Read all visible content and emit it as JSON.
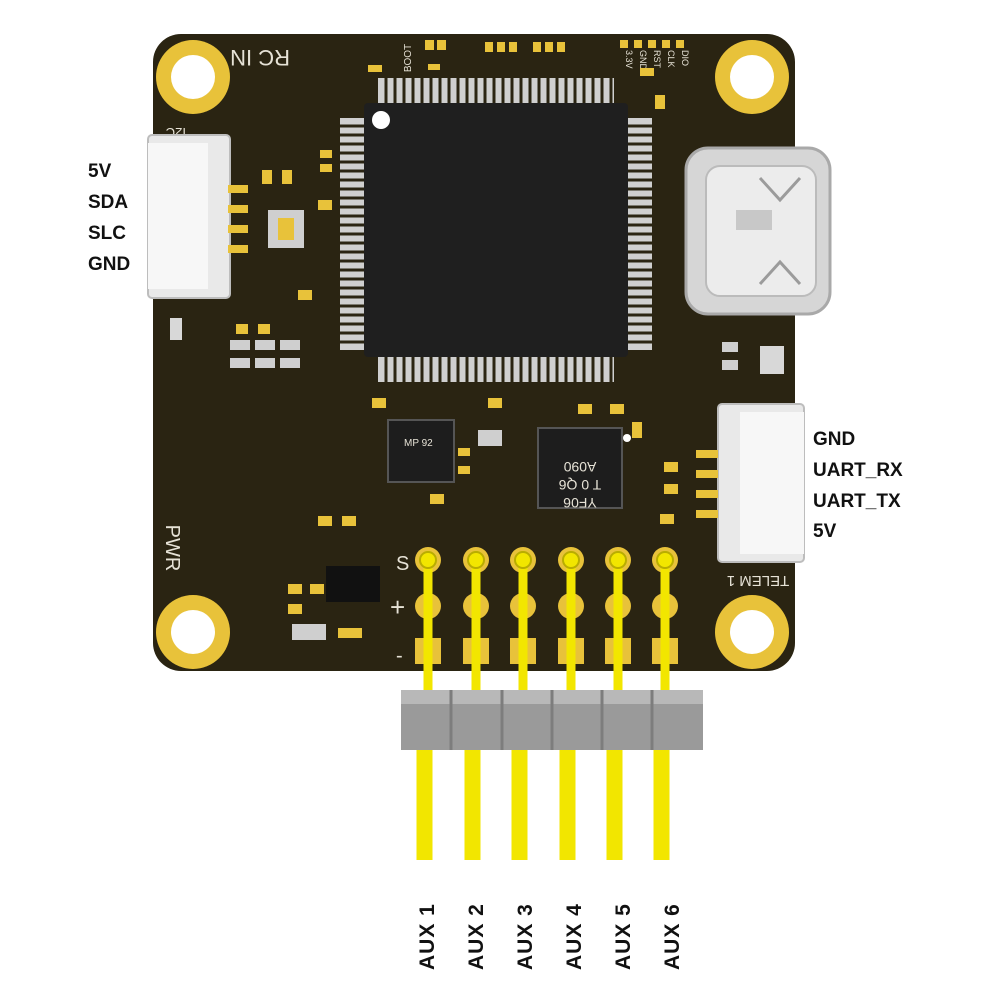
{
  "board": {
    "silkscreen": {
      "rc_in": "RC IN",
      "i2c": "I2C",
      "pwr": "PWR",
      "telem": "TELEM 1",
      "boot": "BOOT",
      "swd": [
        "3.3V",
        "GND",
        "RST",
        "CLK",
        "DIO"
      ],
      "servo_rows": [
        "S",
        "+",
        "-"
      ],
      "chip_mp": "MP 92",
      "chip_line1": "A090",
      "chip_line2": "T 0 Q6",
      "chip_line3": "YF06"
    },
    "colors": {
      "pcb": "#2a2412",
      "gold": "#e8c23a",
      "pin_yellow": "#f2e600",
      "header": "#9a9a9a",
      "connector": "#f2f2f2"
    }
  },
  "i2c_pins": [
    "5V",
    "SDA",
    "SLC",
    "GND"
  ],
  "uart_pins": [
    "GND",
    "UART_RX",
    "UART_TX",
    "5V"
  ],
  "aux_outputs": [
    "AUX 1",
    "AUX 2",
    "AUX 3",
    "AUX 4",
    "AUX 5",
    "AUX 6"
  ]
}
